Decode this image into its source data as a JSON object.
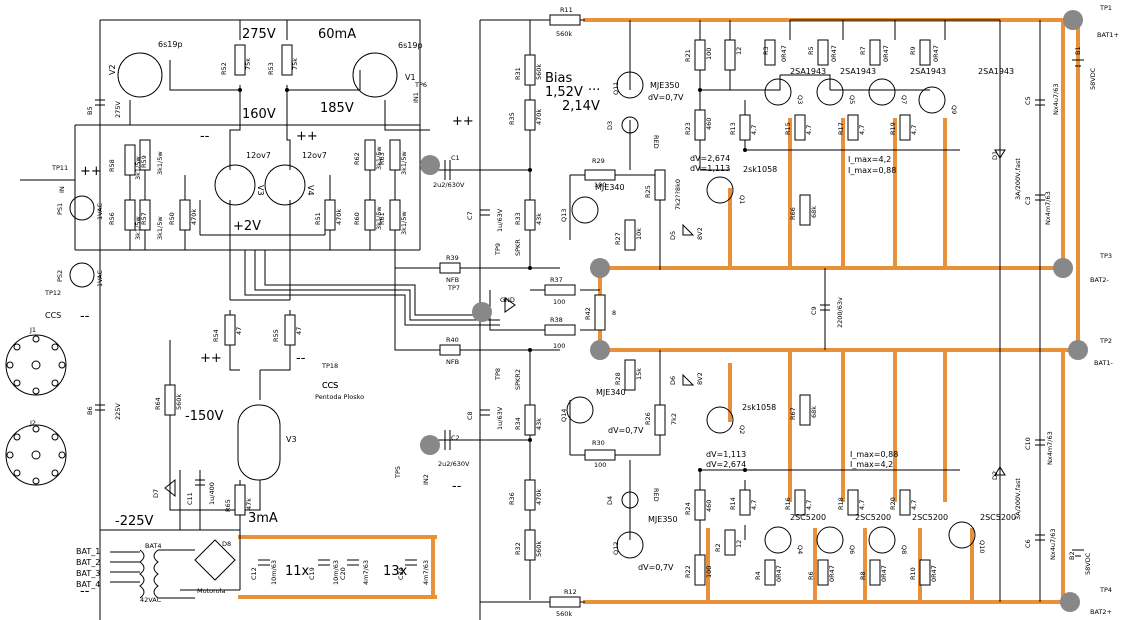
{
  "accent": "#e8913a",
  "probe": "#888888",
  "voltages": {
    "b_275": "275V",
    "b_160": "160V",
    "b_185": "185V",
    "b_60ma": "60mA",
    "b_2v": "+2V",
    "b_m150": "-150V",
    "b_m225": "-225V",
    "b_3ma": "3mA",
    "bias": "Bias",
    "bias_lo": "1,52V",
    "bias_dots": "...",
    "bias_hi": "2,14V",
    "dv07a": "dV=0,7V",
    "dv07b": "dV=0,7V",
    "dv07c": "dV=0,7V",
    "dv2674": "dV=2,674",
    "dv1113": "dV=1,113",
    "dv1113b": "dV=1,113",
    "dv2674b": "dV=2,674",
    "imax42": "I_max=4,2",
    "imin088": "I_max=0,88",
    "imin088b": "I_max=0,88",
    "imax42b": "I_max=4,2"
  },
  "signs": {
    "pp1": "++",
    "pp2": "++",
    "pp3": "++",
    "pp4": "++",
    "mm1": "--",
    "mm2": "--",
    "mm3": "--",
    "mm4": "--",
    "mm5": "--"
  },
  "tubes": {
    "v1": "V1",
    "v1t": "6s19p",
    "v2": "V2",
    "v2t": "6s19p",
    "v3": "V3",
    "v3t": "12ov7",
    "v4": "V4",
    "v4t": "12ov7",
    "v5": "V3",
    "v5n": "CCS",
    "v5t": "Pentoda Plosko"
  },
  "resistors": {
    "r52": "R52",
    "r52v": "75k",
    "r53": "R53",
    "r53v": "75k",
    "r58": "R58",
    "r58v": "3k1/5w",
    "r59": "R59",
    "r59v": "3k1/5w",
    "r56": "R56",
    "r56v": "3k1/5w",
    "r57": "R57",
    "r57v": "3k1/5w",
    "r50": "R50",
    "r50v": "470k",
    "r51": "R51",
    "r51v": "470k",
    "r62": "R62",
    "r62v": "3k1/5w",
    "r63": "R63",
    "r63v": "3k1/5w",
    "r60": "R60",
    "r60v": "3k1/5w",
    "r61": "R61",
    "r61v": "3k1/5w",
    "r54": "R54",
    "r54v": "47",
    "r55": "R55",
    "r55v": "47",
    "r64": "R64",
    "r64v": "560k",
    "r65": "R65",
    "r65v": "47k",
    "r39": "R39",
    "r39v": "NFB",
    "r40": "R40",
    "r40v": "NFB",
    "r37": "R37",
    "r37v": "100",
    "r38": "R38",
    "r38v": "100",
    "r42": "R42",
    "r42v": "8",
    "r11": "R11",
    "r11v": "560k",
    "r12": "R12",
    "r12v": "560k",
    "r31": "R31",
    "r31v": "560k",
    "r32": "R32",
    "r32v": "560k",
    "r35": "R35",
    "r35v": "470k",
    "r36": "R36",
    "r36v": "470k",
    "r33": "R33",
    "r33v": "43k",
    "r34": "R34",
    "r34v": "43k",
    "r29": "R29",
    "r29v": "100",
    "r30": "R30",
    "r30v": "100",
    "r21": "R21",
    "r21v": "100",
    "r22": "R22",
    "r22v": "100",
    "r1": "R1",
    "r1v": "12",
    "r2": "R2",
    "r2v": "12",
    "r23": "R23",
    "r23v": "460",
    "r24": "R24",
    "r24v": "460",
    "r25": "R25",
    "r25v": "7k2??8k0",
    "r26": "R26",
    "r26v": "7k2",
    "r27": "R27",
    "r27v": "10k",
    "r28": "R28",
    "r28v": "15k",
    "r13": "R13",
    "r13v": "4,7",
    "r14": "R14",
    "r14v": "4,7",
    "r15": "R15",
    "r15v": "4,7",
    "r16": "R16",
    "r16v": "4,7",
    "r17": "R17",
    "r17v": "4,7",
    "r18": "R18",
    "r18v": "4,7",
    "r19": "R19",
    "r19v": "4,7",
    "r20": "R20",
    "r20v": "4,7",
    "r3": "R3",
    "r3v": "0R47",
    "r4": "R4",
    "r4v": "0R47",
    "r5": "R5",
    "r5v": "0R47",
    "r6": "R6",
    "r6v": "0R47",
    "r7": "R7",
    "r7v": "0R47",
    "r8": "R8",
    "r8v": "0R47",
    "r9": "R9",
    "r9v": "0R47",
    "r10": "R10",
    "r10v": "0R47",
    "r66": "R66",
    "r66v": "68k",
    "r67": "R67",
    "r67v": "68k"
  },
  "caps": {
    "b5": "B5",
    "b5v": "275V",
    "b6": "B6",
    "b6v": "225V",
    "c1": "C1",
    "c1v": "2u2/630V",
    "c2": "C2",
    "c2v": "2u2/630V",
    "c7": "C7",
    "c7v": "1u/63V",
    "c8": "C8",
    "c8v": "1u/63V",
    "c9": "C9",
    "c9v": "2200/63v",
    "c5": "C5",
    "c5v": "Nx4u7/63",
    "c6": "C6",
    "c6v": "Nx4u7/63",
    "c3": "C3",
    "c3v": "Nx4m7/63",
    "c10": "C10",
    "c10v": "Nx4m7/63",
    "c11": "C11",
    "c11v": "1u/400",
    "c12": "C12",
    "c12v": "10m/63",
    "c19": "C19",
    "c19v": "10m/63",
    "c20": "C20",
    "c20v": "4m7/63",
    "c34": "C34",
    "c34v": "4m7/63",
    "x11": "11x",
    "x13": "13x",
    "b1": "B1",
    "b1v": "58VDC",
    "b2": "B2",
    "b2v": "58VDC"
  },
  "semis": {
    "q11": "Q11",
    "q11t": "MJE350",
    "q12": "Q12",
    "q12t": "MJE350",
    "q13": "Q13",
    "q13t": "MJE340",
    "q14": "Q14",
    "q14t": "MJE340",
    "q1": "Q1",
    "q1t": "2sk1058",
    "q2": "Q2",
    "q2t": "2sk1058",
    "q3": "Q3",
    "q3t": "2SA1943",
    "q5": "Q5",
    "q5t": "2SA1943",
    "q7": "Q7",
    "q7t": "2SA1943",
    "q9": "Q9",
    "q9t": "2SA1943",
    "q4": "Q4",
    "q4t": "2SC5200",
    "q6": "Q6",
    "q6t": "2SC5200",
    "q8": "Q8",
    "q8t": "2SC5200",
    "q10": "Q10",
    "q10t": "2SC5200",
    "d3": "D3",
    "d3t": "RED",
    "d4": "D4",
    "d4t": "RED",
    "d5": "D5",
    "d5t": "8V2",
    "d6": "D6",
    "d6t": "8V2",
    "d7": "D7",
    "d8": "D8",
    "d8t": "Motorola",
    "d1": "D1",
    "d1t": "3A/200V,fast",
    "d2": "D2",
    "d2t": "3A/200V,fast"
  },
  "ports": {
    "tp1": "TP1",
    "tp1n": "BAT1+",
    "tp2": "TP2",
    "tp2n": "BAT1-",
    "tp3": "TP3",
    "tp3n": "BAT2-",
    "tp4": "TP4",
    "tp4n": "BAT2+",
    "tp5": "TP5",
    "tp6": "TP6",
    "tp7": "TP7",
    "tp8": "TP8",
    "tp9": "TP9",
    "tp11": "TP11",
    "tp12": "TP12",
    "tp18": "TP18",
    "in1": "IN1",
    "in2": "IN2",
    "in": "IN",
    "ccs": "CCS",
    "ccs2": "CCS",
    "gnd": "GND",
    "spkr": "SPKR",
    "spkr2": "SPKR2",
    "ps1": "PS1",
    "ps1v": "1VAC",
    "ps2": "PS2",
    "ps2v": "1VAC",
    "j1": "J1",
    "j2": "J2",
    "bat1": "BAT_1",
    "bat2": "BAT_2",
    "bat3": "BAT_3",
    "bat4": "BAT_4",
    "batx": "BAT4",
    "vac": "42VAC"
  }
}
